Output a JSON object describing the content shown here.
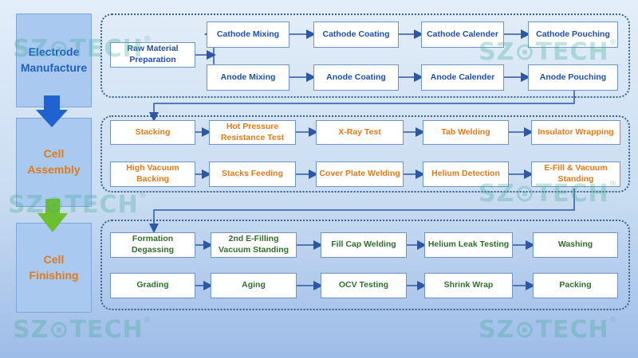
{
  "stages": {
    "electrode": "Electrode Manufacture",
    "cell_assembly": "Cell Assembly",
    "cell_finishing": "Cell Finishing"
  },
  "electrode": {
    "raw": "Raw Material Preparation",
    "cathode_mixing": "Cathode Mixing",
    "cathode_coating": "Cathode Coating",
    "cathode_calender": "Cathode  Calender",
    "cathode_pouching": "Cathode  Pouching",
    "anode_mixing": "Anode Mixing",
    "anode_coating": "Anode  Coating",
    "anode_calender": "Anode Calender",
    "anode_pouching": "Anode Pouching"
  },
  "assembly": {
    "stacking": "Stacking",
    "hot_pressure": "Hot Pressure Resistance Test",
    "xray": "X-Ray Test",
    "tab_welding": "Tab Welding",
    "insulator": "Insulator Wrapping",
    "high_vacuum": "High Vacuum Backing",
    "stacks_feeding": "Stacks Feeding",
    "cover_plate": "Cover Plate Welding",
    "helium_detection": "Helium Detection",
    "efill": "E-Fill & Vacuum Standing"
  },
  "finishing": {
    "formation": "Formation Degassing",
    "second_efill": "2nd E-Filling Vacuum Standing",
    "fill_cap": "Fill Cap Welding",
    "helium_leak": "Helium Leak Testing",
    "washing": "Washing",
    "grading": "Grading",
    "aging": "Aging",
    "ocv": "OCV  Testing",
    "shrink_wrap": "Shrink Wrap",
    "packing": "Packing"
  },
  "watermark": {
    "text": "SZ⊙TECH",
    "mark": "®"
  },
  "colors": {
    "blue_text": "#1f4fa8",
    "orange_text": "#e07b1a",
    "green_text": "#2f6e2e",
    "stage_fill": "#a9c9f0",
    "arrow": "#2b57a6"
  }
}
